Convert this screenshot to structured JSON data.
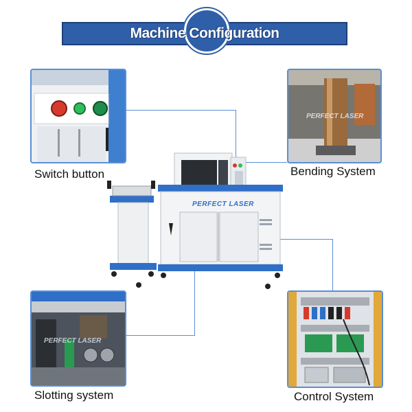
{
  "title": "Machine Configuration",
  "brand": "PERFECT LASER",
  "labels": {
    "switch_button": "Switch button",
    "bending_system": "Bending System",
    "slotting_system": "Slotting system",
    "control_system": "Control System"
  },
  "colors": {
    "banner": "#2f5fa8",
    "frame": "#5a8ed6",
    "machine_blue": "#2f6fc7"
  },
  "icons": [
    "red-switch-icon",
    "green-switch-icon",
    "dark-green-switch-icon"
  ]
}
